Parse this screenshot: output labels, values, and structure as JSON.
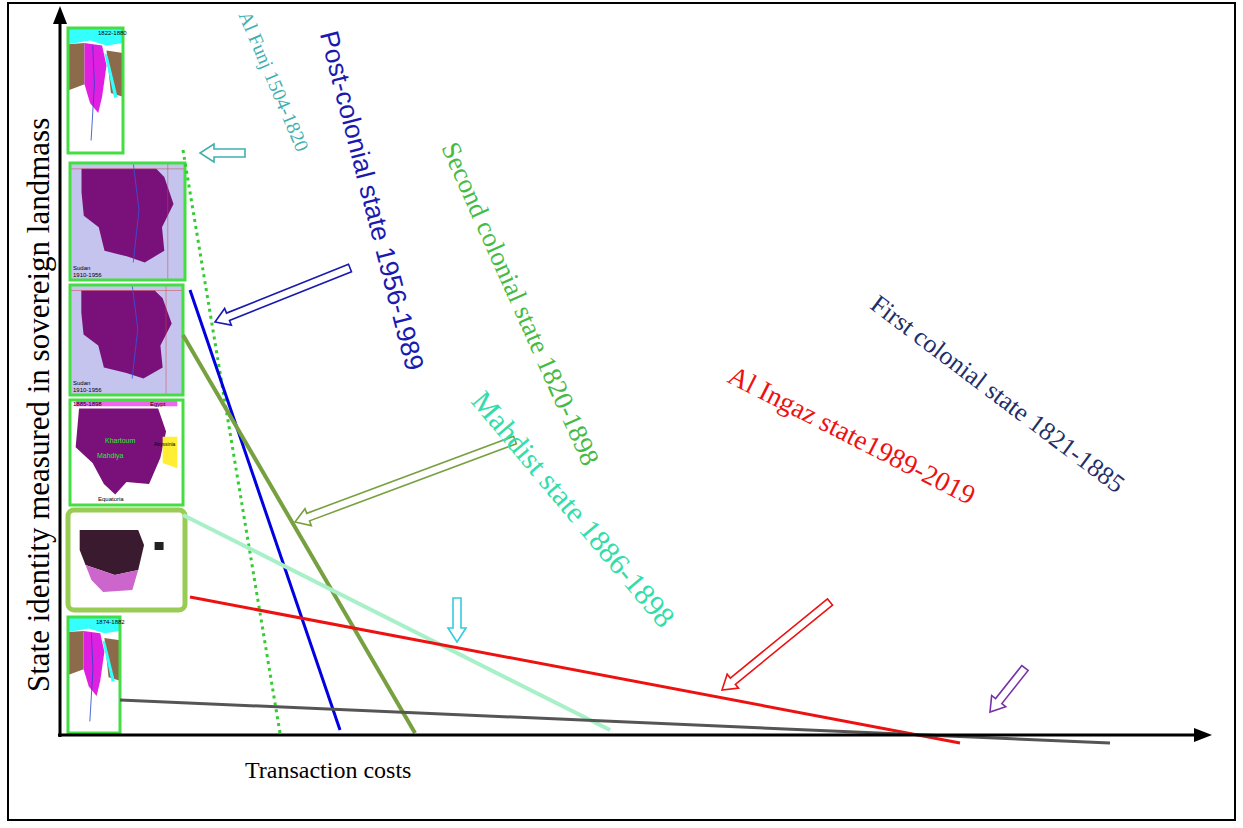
{
  "diagram": {
    "labels": [
      "State identity measured in sovereign landmass",
      "Transaction costs",
      "Al Funj 1504-1820",
      "Post-colonial state 1956-1989",
      "Second colonial state 1820-1898",
      "Mahdist state 1886-1898",
      "Al Ingaz state1989-2019",
      "First colonial state 1821-1885",
      "1822-1880",
      "Sudan 1910-1956",
      "Sudan 1910-1956",
      "1885-1898",
      "Egypt",
      "Khartoum",
      "Mahdiya",
      "Abyssinia",
      "Equatoria",
      "1874-1882"
    ]
  }
}
